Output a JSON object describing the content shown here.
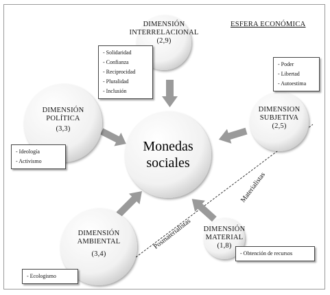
{
  "title": "ESFERA ECONÓMICA",
  "center": {
    "line1": "Monedas",
    "line2": "sociales"
  },
  "dimensions": {
    "interrelacional": {
      "line1": "DIMENSIÓN",
      "line2": "INTERRELACIONAL",
      "value": "(2,9)",
      "items": [
        "Solidaridad",
        "Confianza",
        "Reciprocidad",
        "Pluralidad",
        "Inclusión"
      ]
    },
    "politica": {
      "line1": "DIMENSIÓN",
      "line2": "POLÍTICA",
      "value": "(3,3)",
      "items": [
        "Ideología",
        "Activismo"
      ]
    },
    "subjetiva": {
      "line1": "DIMENSION",
      "line2": "SUBJETIVA",
      "value": "(2,5)",
      "items": [
        "Poder",
        "Libertad",
        "Autoestima"
      ]
    },
    "ambiental": {
      "line1": "DIMENSIÓN",
      "line2": "AMBIENTAL",
      "value": "(3,4)",
      "items": [
        "Ecologismo"
      ]
    },
    "material": {
      "line1": "DIMENSIÓN",
      "line2": "MATERIAL",
      "value": "(1,8)",
      "items": [
        "Obtención de recursos"
      ]
    }
  },
  "divider_labels": {
    "materialistas": "Materialistas",
    "posmaterialistas": "Posmaterialistas"
  }
}
